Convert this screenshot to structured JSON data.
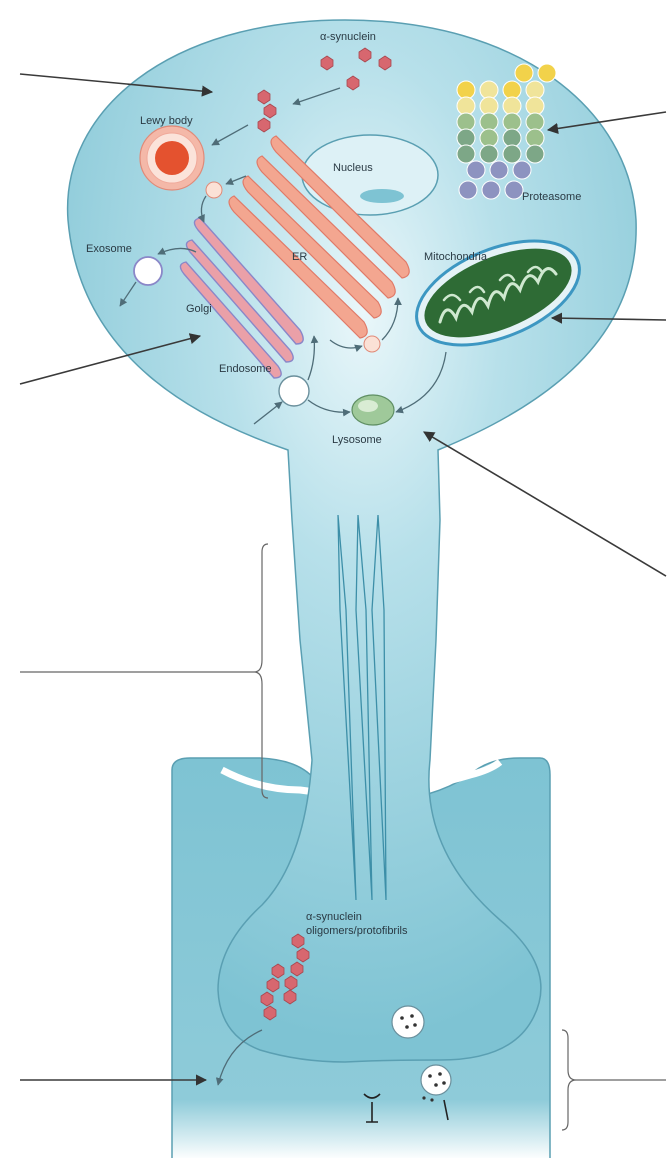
{
  "labels": {
    "alpha_synuclein": "α-synuclein",
    "lewy_body": "Lewy body",
    "nucleus": "Nucleus",
    "proteasome": "Proteasome",
    "er": "ER",
    "golgi": "Golgi",
    "exosome": "Exosome",
    "mitochondria": "Mitochondria",
    "endosome": "Endosome",
    "lysosome": "Lysosome",
    "oligomers_line1": "α-synuclein",
    "oligomers_line2": "oligomers/protofibrils"
  },
  "colors": {
    "cell_fill": "#7ec3d3",
    "cell_center": "#d6eef3",
    "cell_stroke": "#5a9fb2",
    "synuclein": "#d7676f",
    "lewy_outer": "#f4b8a8",
    "lewy_core": "#e4522f",
    "er_fill": "#f3a690",
    "golgi_fill": "#eaa0a8",
    "golgi_line": "#8a87c8",
    "mito_fill": "#2e6b35",
    "mito_stroke": "#3d97c2",
    "lysosome": "#9fc99a",
    "proteasome_colors": [
      "#f2d24a",
      "#f0e49a",
      "#9cc08c",
      "#7da787",
      "#8d93c0"
    ]
  }
}
